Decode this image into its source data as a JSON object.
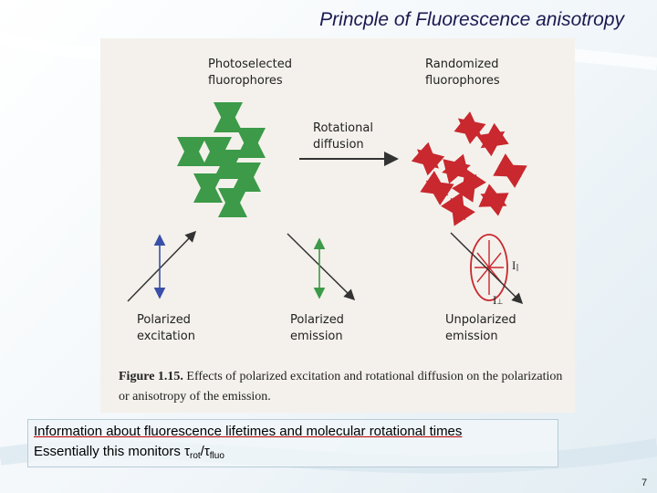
{
  "slide": {
    "title": "Princple of Fluorescence anisotropy",
    "page_number": "7"
  },
  "figure": {
    "labels": {
      "photoselected": "Photoselected\nfluorophores",
      "randomized": "Randomized\nfluorophores",
      "rotational": "Rotational\ndiffusion",
      "pol_excitation": "Polarized\nexcitation",
      "pol_emission": "Polarized\nemission",
      "unpol_emission": "Unpolarized\nemission",
      "i_parallel": "I",
      "i_parallel_sub": "||",
      "i_perp": "I",
      "i_perp_sub": "⊥"
    },
    "caption": {
      "bold": "Figure 1.15.",
      "text": " Effects of polarized excitation and rotational diffusion on the polarization or anisotropy of the emission."
    },
    "colors": {
      "green": "#3c9a48",
      "red": "#c8282e",
      "blue": "#3a4fa8",
      "background": "#f4f1ec"
    }
  },
  "info": {
    "line1": "Information about fluorescence lifetimes and molecular rotational times",
    "line2_prefix": "Essentially this monitors ",
    "tau": "τ",
    "rot_sub": "rot",
    "slash": "/",
    "fluo_sub": "fluo"
  }
}
